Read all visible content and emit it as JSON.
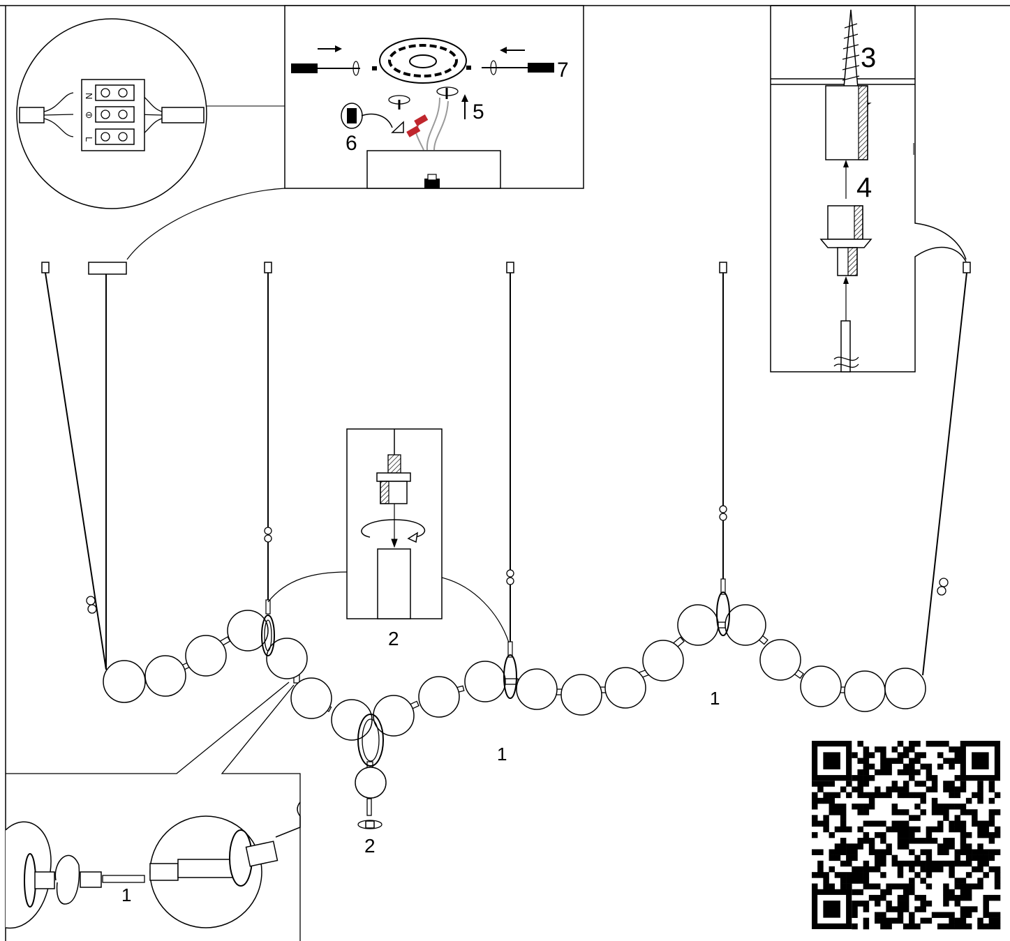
{
  "diagram": {
    "steps": {
      "s1a": "1",
      "s1b": "1",
      "s1c": "1",
      "s2a": "2",
      "s2b": "2",
      "s3": "3",
      "s4": "4",
      "s5": "5",
      "s6": "6",
      "s7": "7"
    },
    "terminal_letters": {
      "n": "N",
      "earth": "⊖",
      "l": "L"
    },
    "colors": {
      "line": "#000000",
      "wire_gray": "#9a9a9a",
      "connector_red": "#c0262d",
      "background": "#ffffff"
    },
    "qr_code": "qr-code-graphic"
  }
}
